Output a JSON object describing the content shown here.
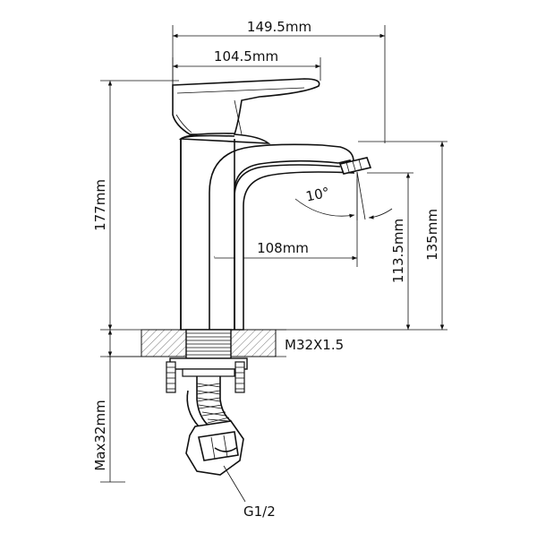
{
  "dimensions": {
    "overall_width": "149.5mm",
    "handle_width": "104.5mm",
    "total_height": "177mm",
    "spout_reach": "108mm",
    "spout_height": "113.5mm",
    "spout_top_height": "135mm",
    "aerator_angle": "10°",
    "thread": "M32X1.5",
    "max_thickness": "Max32mm",
    "inlet": "G1/2"
  }
}
